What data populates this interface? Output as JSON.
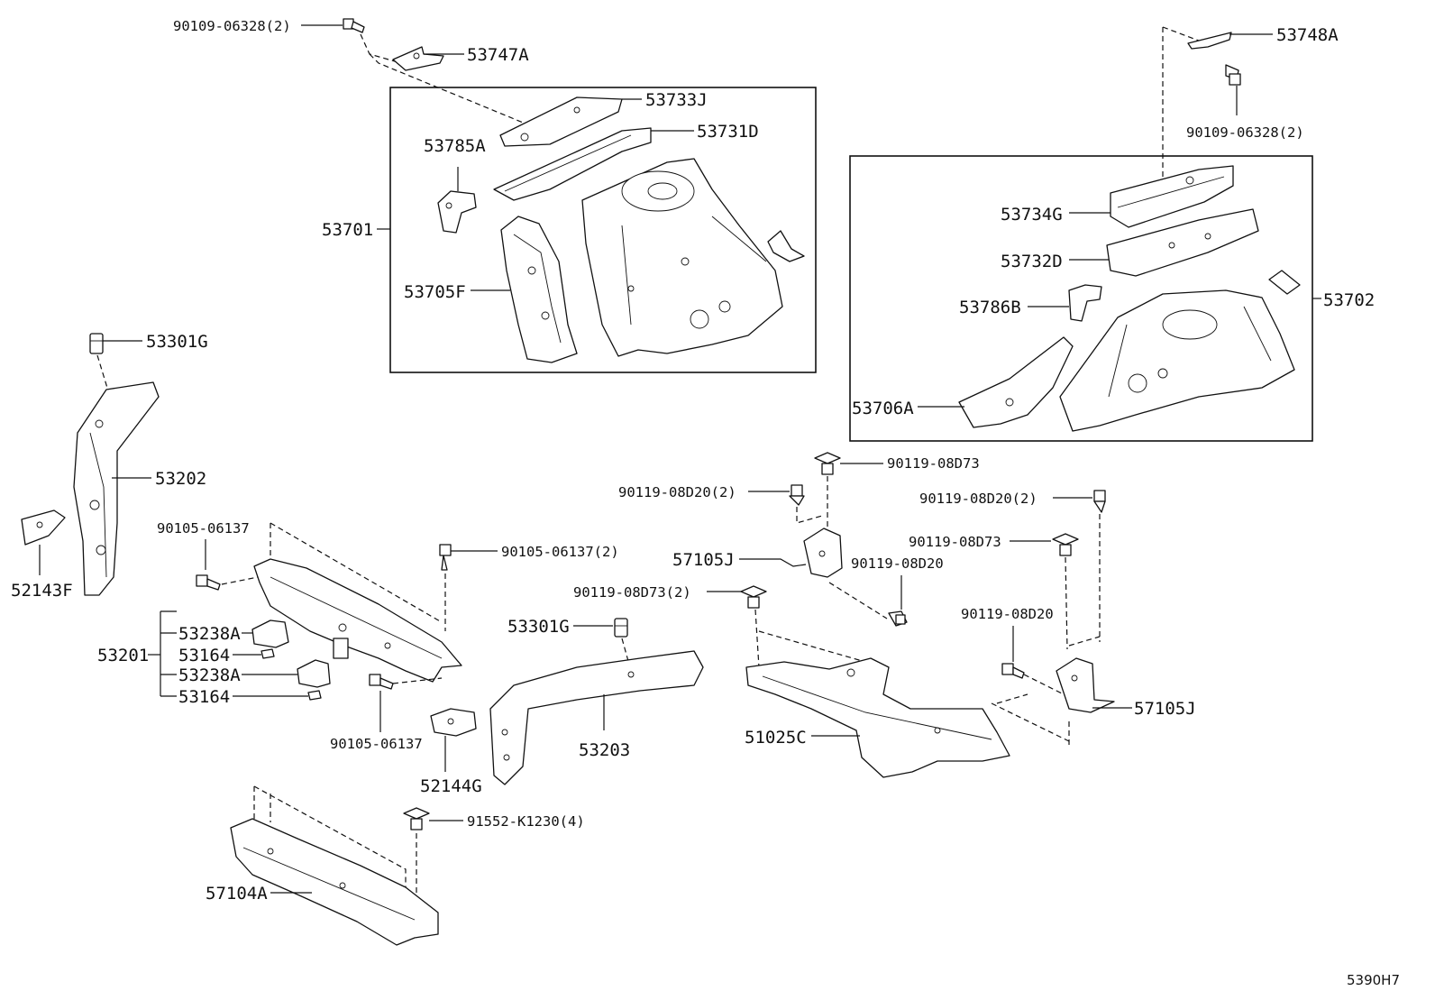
{
  "diagram_code": "5390H7",
  "labels": {
    "bolt_90109_06328_left": "90109-06328(2)",
    "p53747A": "53747A",
    "p53733J": "53733J",
    "p53731D": "53731D",
    "p53785A": "53785A",
    "p53701": "53701",
    "p53705F": "53705F",
    "p53748A": "53748A",
    "bolt_90109_06328_right": "90109-06328(2)",
    "p53734G": "53734G",
    "p53732D": "53732D",
    "p53786B": "53786B",
    "p53702": "53702",
    "p53706A": "53706A",
    "p53301G_left": "53301G",
    "p53202": "53202",
    "p52143F": "52143F",
    "bolt_90105_06137_a": "90105-06137",
    "bolt_90105_06137_b": "90105-06137(2)",
    "bolt_90105_06137_c": "90105-06137",
    "p53238A_1": "53238A",
    "p53164_1": "53164",
    "p53201": "53201",
    "p53238A_2": "53238A",
    "p53164_2": "53164",
    "p52144G": "52144G",
    "p53301G_mid": "53301G",
    "p53203": "53203",
    "bolt_90119_08D73_top": "90119-08D73",
    "bolt_90119_08D20_2_mid": "90119-08D20(2)",
    "p57105J_left": "57105J",
    "bolt_90119_08D20_mid": "90119-08D20",
    "bolt_90119_08D73_2": "90119-08D73(2)",
    "bolt_90119_08D20_2_right": "90119-08D20(2)",
    "bolt_90119_08D73_right": "90119-08D73",
    "bolt_90119_08D20_right": "90119-08D20",
    "p57105J_right": "57105J",
    "p51025C": "51025C",
    "bolt_91552_K1230": "91552-K1230(4)",
    "p57104A": "57104A"
  }
}
